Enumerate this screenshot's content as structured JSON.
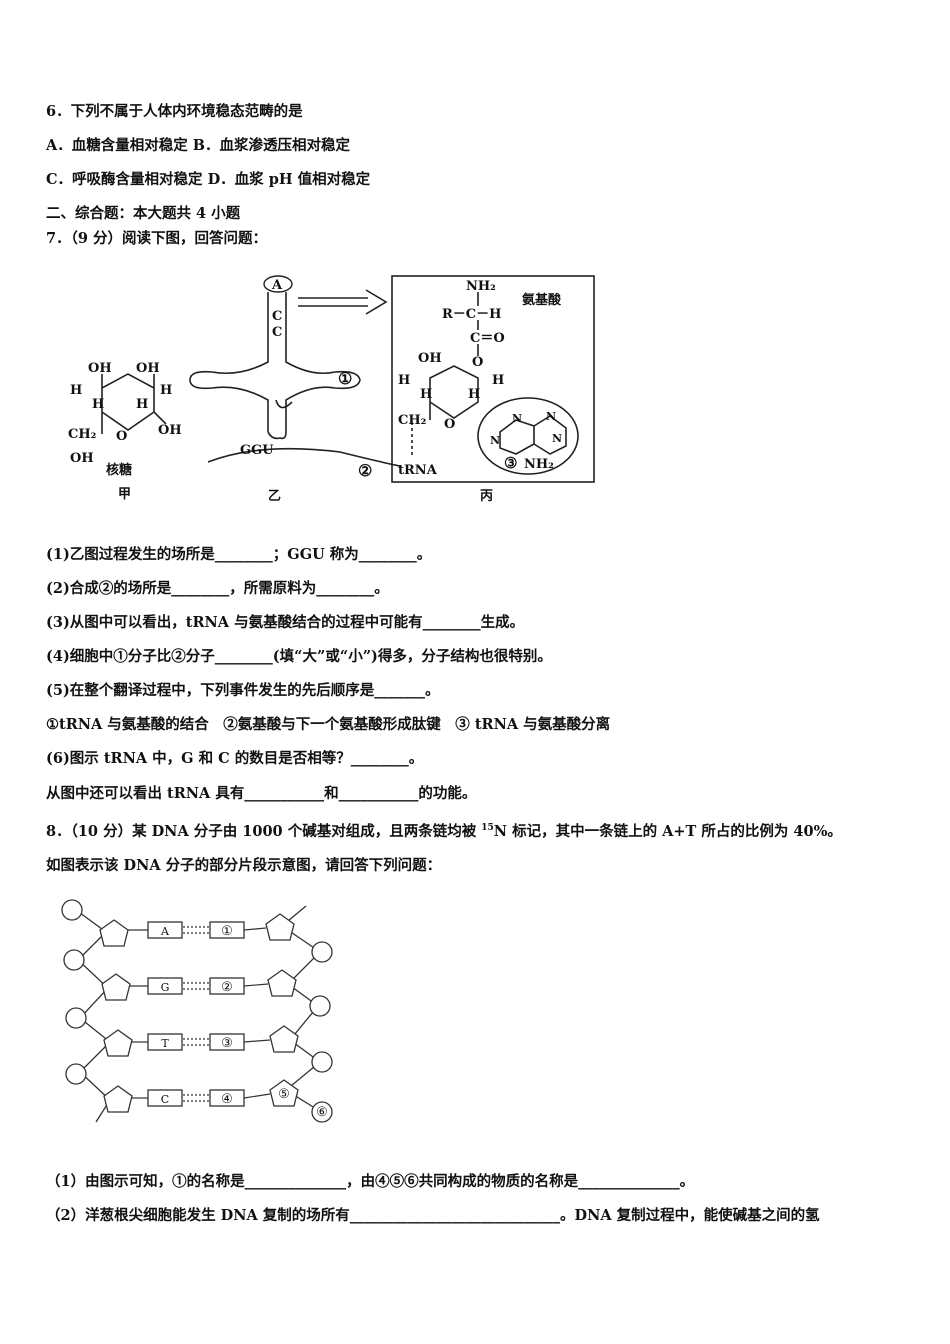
{
  "q6": {
    "stem": "6．下列不属于人体内环境稳态范畴的是",
    "opt_ab": "A．血糖含量相对稳定 B．血浆渗透压相对稳定",
    "opt_cd": "C．呼吸酶含量相对稳定 D．血浆 pH 值相对稳定"
  },
  "section2": "二、综合题：本大题共 4 小题",
  "q7": {
    "stem": "7．（9 分）阅读下图，回答问题：",
    "figure": {
      "jia": {
        "oh1": "OH",
        "oh2": "OH",
        "h1": "H",
        "h2": "H",
        "h3": "H",
        "h4": "H",
        "ch2": "CH₂",
        "o": "O",
        "oh3": "OH",
        "oh4": "OH",
        "name": "核糖",
        "caption": "甲"
      },
      "yi": {
        "a": "A",
        "c1": "C",
        "c2": "C",
        "mark1": "①",
        "ggu": "GGU",
        "mark2": "②",
        "caption": "乙"
      },
      "bing": {
        "nh2": "NH₂",
        "aa": "氨基酸",
        "r": "R－C－H",
        "co": "C＝O",
        "o1": "O",
        "oh": "OH",
        "h1": "H",
        "h2": "H",
        "h3": "H",
        "h4": "H",
        "ch2": "CH₂",
        "o2": "O",
        "n1": "N",
        "n2": "N",
        "n3": "N",
        "n4": "N",
        "mark3": "③",
        "nh2b": "NH₂",
        "trna": "tRNA",
        "caption": "丙"
      }
    },
    "p1": "(1)乙图过程发生的场所是________；GGU 称为________。",
    "p2": "(2)合成②的场所是________，所需原料为________。",
    "p3": "(3)从图中可以看出，tRNA 与氨基酸结合的过程中可能有________生成。",
    "p4": "(4)细胞中①分子比②分子________(填“大”或“小”)得多，分子结构也很特别。",
    "p5": "(5)在整个翻译过程中，下列事件发生的先后顺序是_______。",
    "p5_items": "①tRNA 与氨基酸的结合　②氨基酸与下一个氨基酸形成肽键　③ tRNA 与氨基酸分离",
    "p6": "(6)图示 tRNA 中，G 和 C 的数目是否相等？________。",
    "p7": "从图中还可以看出 tRNA 具有___________和___________的功能。"
  },
  "q8": {
    "stem_a": "8．（10 分）某 DNA 分子由 1000 个碱基对组成，且两条链均被 ",
    "stem_sup": "15",
    "stem_b": "N 标记，其中一条链上的 A+T 所占的比例为 40%。",
    "stem2": "如图表示该 DNA 分子的部分片段示意图，请回答下列问题：",
    "figure": {
      "bases": [
        "A",
        "G",
        "T",
        "C"
      ],
      "marks": [
        "①",
        "②",
        "③",
        "④"
      ],
      "mark5": "⑤",
      "mark6": "⑥"
    },
    "p1": "（1）由图示可知，①的名称是______________，由④⑤⑥共同构成的物质的名称是______________。",
    "p2": "（2）洋葱根尖细胞能发生 DNA 复制的场所有_____________________________。DNA 复制过程中，能使碱基之间的氢"
  }
}
